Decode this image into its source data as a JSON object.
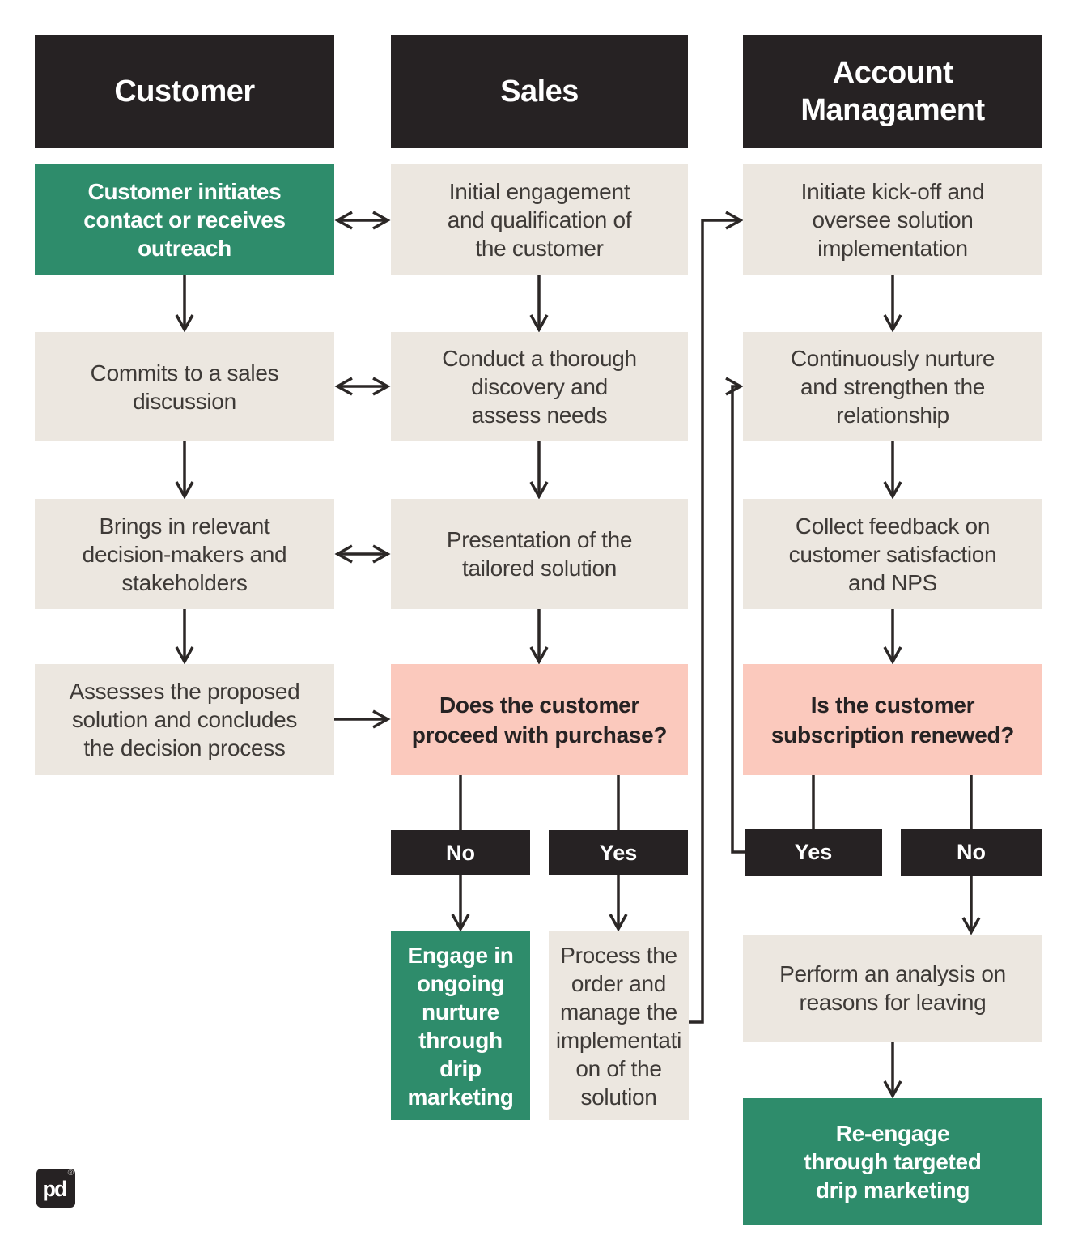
{
  "colors": {
    "header_dark": "#262223",
    "accent_green": "#2E8C6B",
    "step_beige": "#ECE7E0",
    "decision_pink": "#FBC9BD",
    "arrow": "#2B2726",
    "step_text": "#3E3A37",
    "white": "#FFFFFF"
  },
  "customer": {
    "header": "Customer",
    "initiate": "Customer initiates contact or receives outreach",
    "commits": "Commits to a sales discussion",
    "brings": "Brings in relevant decision-makers and stakeholders",
    "assesses": "Assesses the proposed solution and concludes the decision process"
  },
  "sales": {
    "header": "Sales",
    "initial": "Initial engagement and qualification of the customer",
    "conduct": "Conduct a thorough discovery and assess needs",
    "presentation": "Presentation of the tailored solution",
    "decision": "Does the customer proceed with purchase?",
    "no": "No",
    "yes": "Yes",
    "engage": "Engage in ongoing nurture through drip marketing",
    "process": "Process the order and manage the implementation of the solution"
  },
  "account": {
    "header": "Account Managament",
    "kickoff": "Initiate kick-off and oversee solution implementation",
    "nurture": "Continuously nurture and strengthen the relationship",
    "feedback": "Collect feedback on customer satisfaction and NPS",
    "decision": "Is the customer subscription renewed?",
    "yes": "Yes",
    "no": "No",
    "analysis": "Perform an analysis on reasons for leaving",
    "reengage": "Re-engage through targeted drip marketing"
  },
  "logo": {
    "mark": "pd",
    "registered": "®"
  }
}
